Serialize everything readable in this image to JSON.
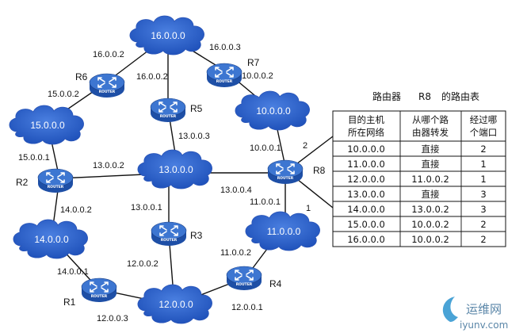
{
  "networks": {
    "n16": "16.0.0.0",
    "n15": "15.0.0.0",
    "n10": "10.0.0.0",
    "n13": "13.0.0.0",
    "n14": "14.0.0.0",
    "n11": "11.0.0.0",
    "n12": "12.0.0.0"
  },
  "routers": {
    "r1": "R1",
    "r2": "R2",
    "r3": "R3",
    "r4": "R4",
    "r5": "R5",
    "r6": "R6",
    "r7": "R7",
    "r8": "R8",
    "badge": "ROUTER"
  },
  "addresses": {
    "r6_16": "16.0.0.2",
    "r5_16": "16.0.0.2",
    "r7_16": "16.0.0.3",
    "r7_10": "10.0.0.2",
    "r6_15": "15.0.0.2",
    "r2_15": "15.0.0.1",
    "r2_13": "13.0.0.2",
    "r5_13": "13.0.0.3",
    "r8_10": "10.0.0.1",
    "r8_13": "13.0.0.4",
    "r8_11": "11.0.0.1",
    "r2_14": "14.0.0.2",
    "r3_13": "13.0.0.1",
    "r3_12": "12.0.0.2",
    "r4_11": "11.0.0.2",
    "r1_14": "14.0.0.1",
    "r1_12": "12.0.0.3",
    "r4_12": "12.0.0.1",
    "port2": "2",
    "port1": "1"
  },
  "routing_table": {
    "title_prefix": "路由器",
    "title_router": "R8",
    "title_suffix": "的路由表",
    "headers": [
      "目的主机\n所在网络",
      "从哪个路\n由器转发",
      "经过哪\n个端口"
    ],
    "rows": [
      [
        "10.0.0.0",
        "直接",
        "2"
      ],
      [
        "11.0.0.0",
        "直接",
        "1"
      ],
      [
        "12.0.0.0",
        "11.0.0.2",
        "1"
      ],
      [
        "13.0.0.0",
        "直接",
        "3"
      ],
      [
        "14.0.0.0",
        "13.0.0.2",
        "3"
      ],
      [
        "15.0.0.0",
        "10.0.0.2",
        "2"
      ],
      [
        "16.0.0.0",
        "10.0.0.2",
        "2"
      ]
    ]
  },
  "watermark": {
    "name": "运维网",
    "url": "iyunv.com"
  }
}
